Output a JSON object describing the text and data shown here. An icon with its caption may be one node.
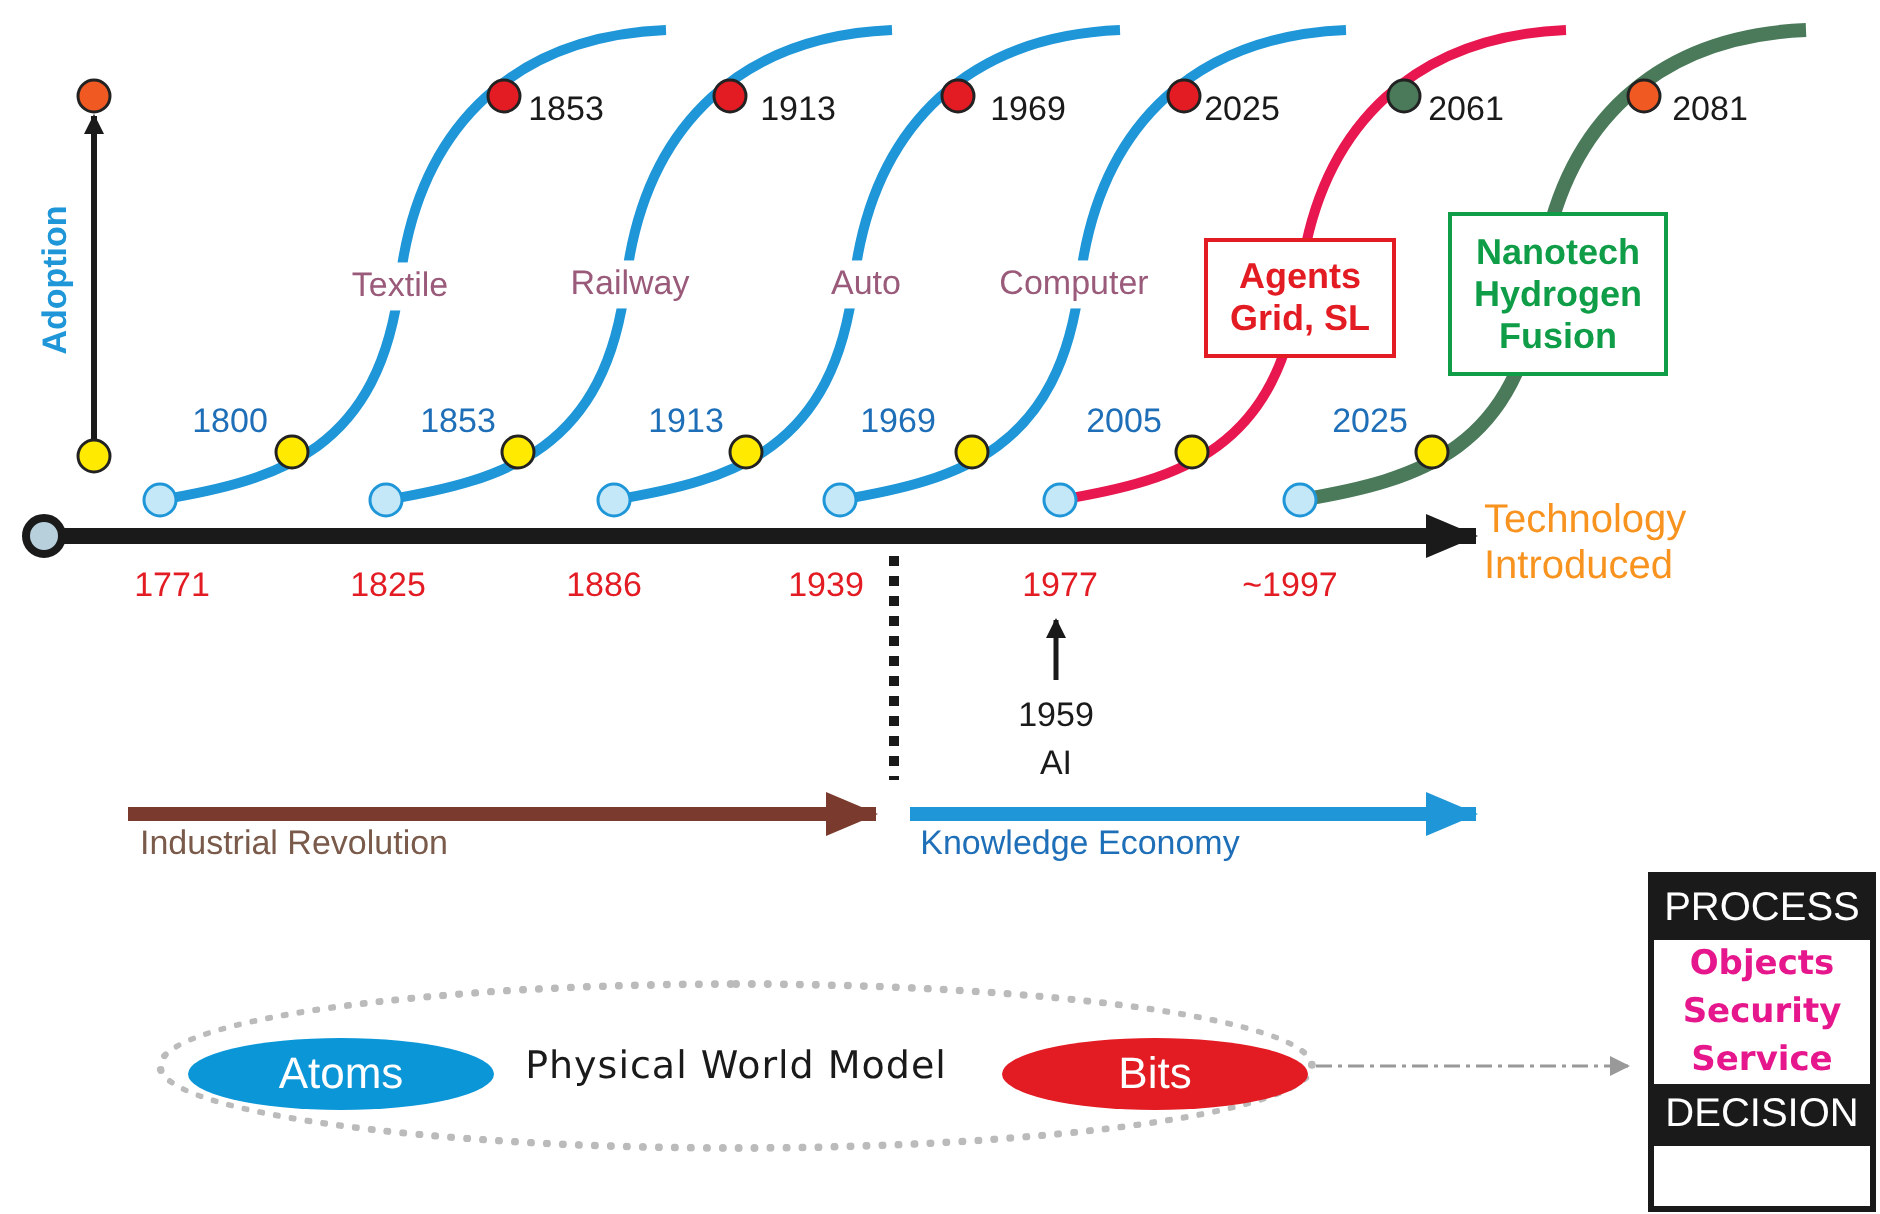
{
  "diagram": {
    "nodes": [
      {
        "text": [
          "Physical World Model"
        ]
      },
      {
        "text": [
          "Atoms"
        ],
        "in": 0
      },
      {
        "text": [
          "Bits"
        ],
        "in": 0
      },
      {
        "text": [
          "PROCESS",
          "Objects",
          "Security",
          "Service",
          "DECISION"
        ]
      },
      {
        "text": [
          "Agents Grid, SL"
        ]
      },
      {
        "text": [
          "Nanotech Hydrogen Fusion"
        ]
      }
    ],
    "edges": [
      {
        "from": 0,
        "to": 3,
        "arrow": "to",
        "style": "dashed",
        "color": "#999999"
      }
    ],
    "labels": [
      "1853",
      "1913",
      "1969",
      "2025",
      "2061",
      "2081",
      "Adoption",
      "Textile",
      "Railway",
      "Auto",
      "Computer",
      "1800",
      "1853",
      "1913",
      "1969",
      "2005",
      "2025",
      "Technology Introduced",
      "1771",
      "1825",
      "1886",
      "1939",
      "1977",
      "~1997",
      "1959",
      "AI",
      "Industrial Revolution",
      "Knowledge Economy"
    ]
  }
}
